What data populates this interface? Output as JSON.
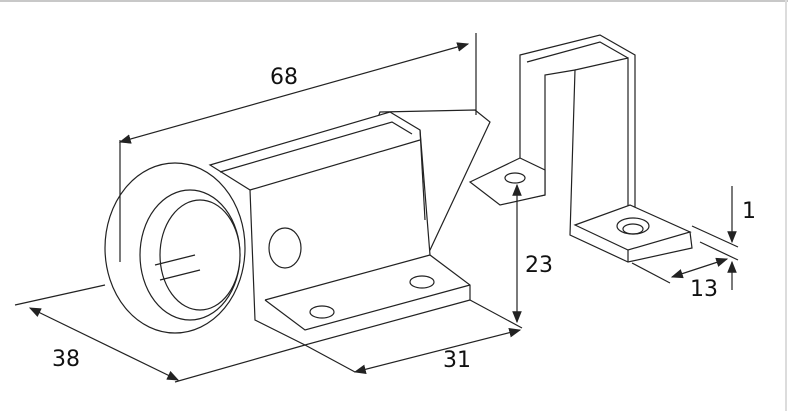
{
  "drawing": {
    "subject": "latch-with-strike-plate",
    "dimensions": {
      "length": "68",
      "width": "38",
      "base_length": "31",
      "height": "23",
      "thickness": "1",
      "plate_width": "13"
    },
    "line_color": "#222222"
  }
}
